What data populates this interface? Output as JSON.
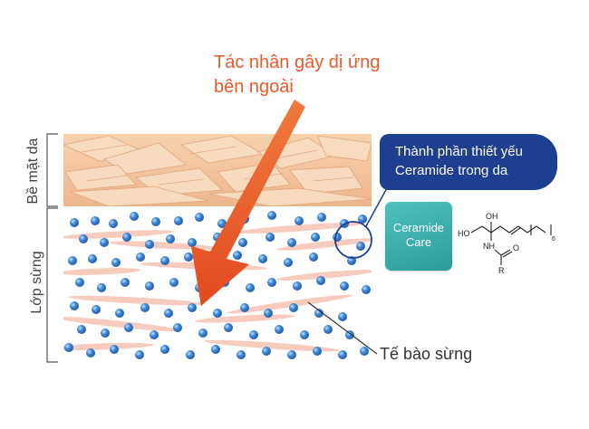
{
  "annotation": {
    "allergen_line1": "Tác nhân gây dị ứng",
    "allergen_line2": "bên ngoài"
  },
  "layers": {
    "surface": "Bề mặt da",
    "horny": "Lớp sừng"
  },
  "callout": {
    "line1": "Thành phần thiết yếu",
    "line2": "Ceramide trong da"
  },
  "badge": {
    "line1": "Ceramide",
    "line2": "Care"
  },
  "cell_label": "Tế bào sừng",
  "molecule": {
    "oh_top": "OH",
    "oh_left": "HO",
    "nh": "NH",
    "o": "O",
    "r": "R",
    "subscript": "6"
  },
  "colors": {
    "arrow": "#e85a2c",
    "callout": "#1d3f8f",
    "badge": "#38b1ae",
    "dots": "#2f72c4",
    "cells": "#f4b8a8",
    "surface": "#f3c8a0"
  }
}
